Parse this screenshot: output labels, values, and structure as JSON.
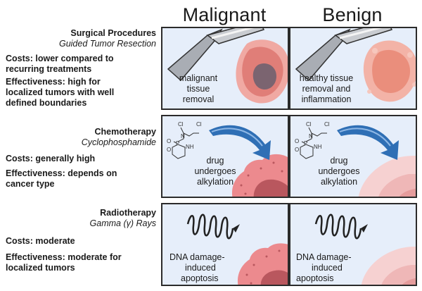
{
  "columns": {
    "malignant": "Malignant",
    "benign": "Benign"
  },
  "rows": {
    "surgery": {
      "title": "Surgical Procedures",
      "subtitle": "Guided Tumor Resection",
      "costs": [
        "Costs: lower compared to",
        "recurring treatments"
      ],
      "effectiveness": [
        "Effectiveness: high for",
        "localized tumors with well",
        "defined boundaries"
      ],
      "malignant_label": [
        "malignant",
        "tissue",
        "removal"
      ],
      "benign_label": [
        "healthy tissue",
        "removal and",
        "inflammation"
      ]
    },
    "chemo": {
      "title": "Chemotherapy",
      "subtitle": "Cyclophosphamide",
      "costs": "Costs: generally high",
      "effectiveness": [
        "Effectiveness: depends on",
        "cancer type"
      ],
      "malignant_label": [
        "drug",
        "undergoes",
        "alkylation"
      ],
      "benign_label": [
        "drug",
        "undergoes",
        "alkylation"
      ],
      "molecule_atoms": {
        "cl": "Cl",
        "n": "N",
        "p": "P",
        "o": "O",
        "nh": "NH"
      }
    },
    "radio": {
      "title": "Radiotherapy",
      "subtitle": "Gamma (γ) Rays",
      "costs": "Costs: moderate",
      "effectiveness": [
        "Effectiveness: moderate for",
        "localized tumors"
      ],
      "malignant_label": [
        "DNA damage-",
        "induced",
        "apoptosis"
      ],
      "benign_label": [
        "DNA damage-",
        "induced",
        "apoptosis"
      ]
    }
  },
  "colors": {
    "panel_bg": "#e6eefa",
    "tumor_pink": "#ec8a8e",
    "tumor_dark": "#b9575e",
    "benign_pink": "#f6d1d1",
    "arrow_blue": "#2f6fb5",
    "scalpel": "#9a9ea6"
  }
}
